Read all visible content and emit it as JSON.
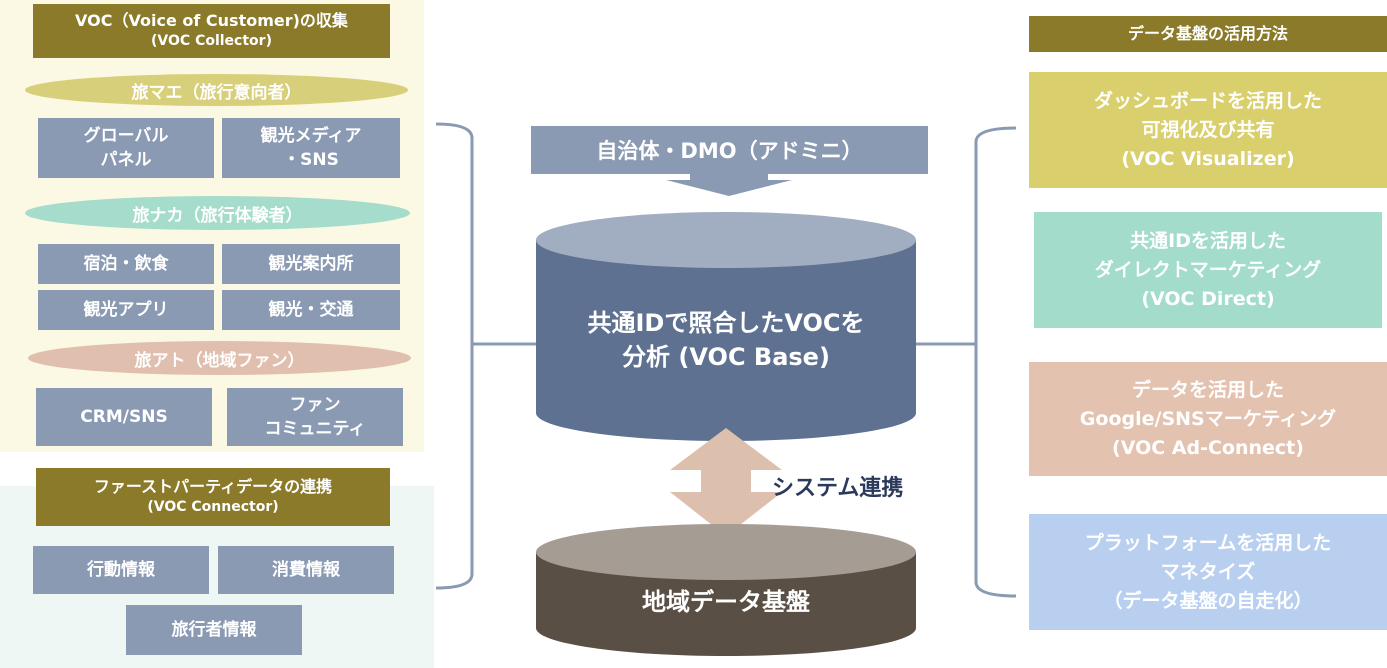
{
  "collector": {
    "title": "VOC（Voice of Customer)の収集",
    "subtitle": "(VOC Collector)",
    "groups": [
      {
        "label": "旅マエ（旅行意向者）",
        "color": "#d8cf7a",
        "tiles": [
          {
            "lines": [
              "グローバル",
              "パネル"
            ]
          },
          {
            "lines": [
              "観光メディア",
              "・SNS"
            ]
          }
        ]
      },
      {
        "label": "旅ナカ（旅行体験者）",
        "color": "#a6dccb",
        "tiles": [
          {
            "lines": [
              "宿泊・飲食"
            ]
          },
          {
            "lines": [
              "観光案内所"
            ]
          },
          {
            "lines": [
              "観光アプリ"
            ]
          },
          {
            "lines": [
              "観光・交通"
            ]
          }
        ]
      },
      {
        "label": "旅アト（地域ファン）",
        "color": "#e0bfae",
        "tiles": [
          {
            "lines": [
              "CRM/SNS"
            ]
          },
          {
            "lines": [
              "ファン",
              "コミュニティ"
            ]
          }
        ]
      }
    ]
  },
  "connector": {
    "title": "ファーストパーティデータの連携",
    "subtitle": "(VOC Connector)",
    "tiles": [
      "行動情報",
      "消費情報",
      "旅行者情報"
    ]
  },
  "center": {
    "admin": "自治体・DMO（アドミニ）",
    "base_lines": [
      "共通IDで照合したVOCを",
      "分析 (VOC Base)"
    ],
    "link_label": "システム連携",
    "regional": "地域データ基盤"
  },
  "usage": {
    "title": "データ基盤の活用方法",
    "items": [
      {
        "lines": [
          "ダッシュボードを活用した",
          "可視化及び共有",
          "(VOC Visualizer)"
        ],
        "color": "#d9cf6c"
      },
      {
        "lines": [
          "共通IDを活用した",
          "ダイレクトマーケティング",
          "(VOC Direct)"
        ],
        "color": "#a3dccb"
      },
      {
        "lines": [
          "データを活用した",
          "Google/SNSマーケティング",
          "(VOC Ad-Connect)"
        ],
        "color": "#e3c2b0"
      },
      {
        "lines": [
          "プラットフォームを活用した",
          "マネタイズ",
          "（データ基盤の自走化）"
        ],
        "color": "#b9cff0"
      }
    ]
  },
  "colors": {
    "title_olive": "#8a7a2a",
    "tile_blue": "#8a9ab3",
    "cylinder_top": "#a1adc1",
    "cylinder_body": "#5f7190",
    "regional_top": "#a59c94",
    "regional_body": "#5a4f45",
    "link_arrow": "#dcc0ad",
    "bracket": "#8a9ab3"
  }
}
